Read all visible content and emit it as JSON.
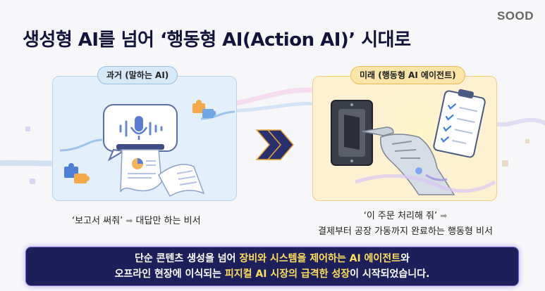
{
  "brand": "SOOD",
  "title": "생성형 AI를 넘어 ‘행동형 AI(Action AI)’ 시대로",
  "left": {
    "pill": "과거 (말하는 AI)",
    "caption_quote": "‘보고서 써줘’",
    "caption_arrow": "➡",
    "caption_rest": "대답만 하는 비서"
  },
  "right": {
    "pill": "미래 (행동형 AI 에이전트)",
    "caption_quote": "‘이 주문 처리해 줘’",
    "caption_arrow": "➡",
    "caption_line2": "결제부터 공장 가동까지 완료하는 행동형 비서"
  },
  "banner": {
    "line1_a": "단순 콘텐츠 생성을 넘어 ",
    "line1_hl": "장비와 시스템을 제어하는 AI 에이전트",
    "line1_b": "와",
    "line2_a": "오프라인 현장에 이식되는 ",
    "line2_hl": "피지컬 AI 시장의 급격한 성장",
    "line2_b": "이 시작되었습니다."
  },
  "colors": {
    "title": "#14143a",
    "left_panel": "#e3f0fb",
    "right_panel": "#fdf1d2",
    "banner_bg": "#1d1f5a",
    "highlight": "#ffdf5e",
    "chevron": "#2a2f6e"
  },
  "icons": {
    "left_illustration": "speech-bubble-microphone-document-icon",
    "right_illustration": "robot-hand-switch-checklist-icon",
    "transition": "double-chevron-right-icon"
  }
}
